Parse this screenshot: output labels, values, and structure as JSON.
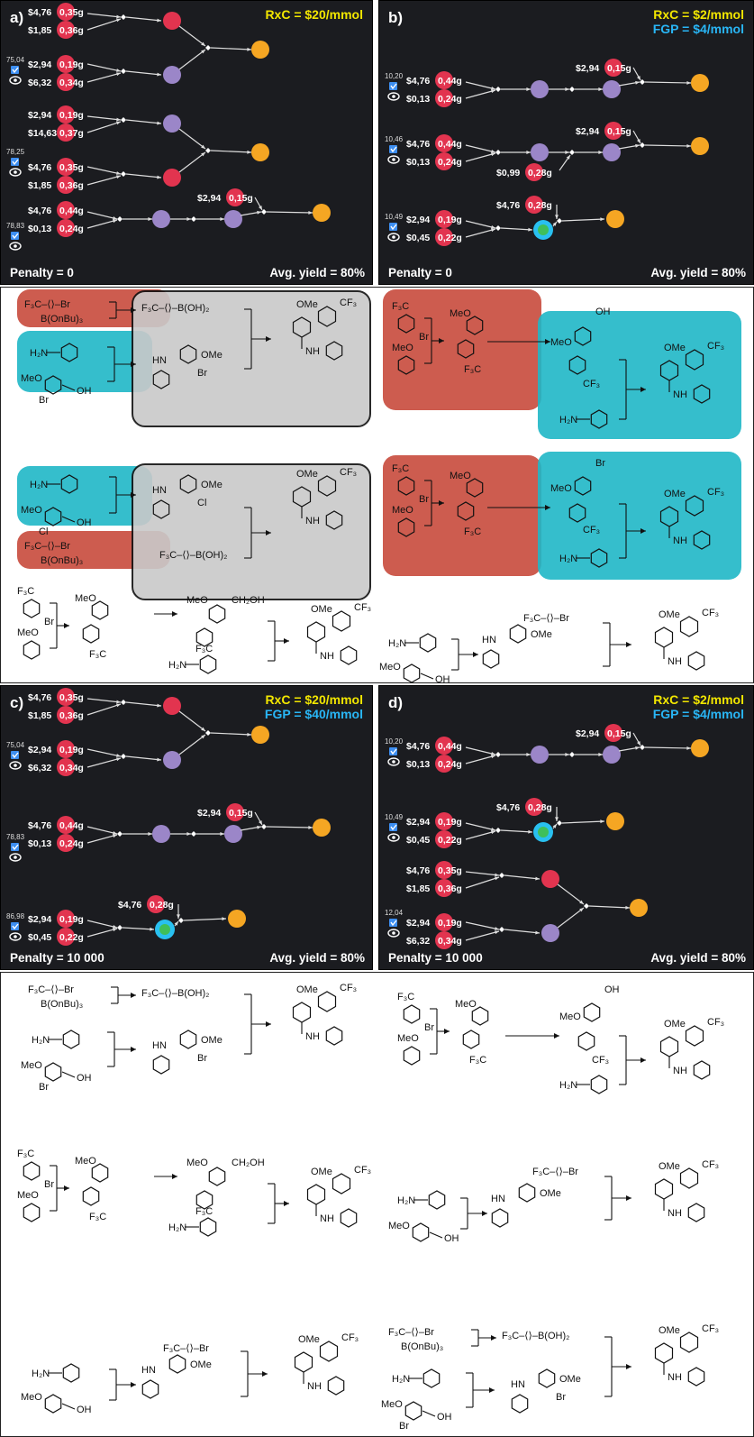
{
  "panels": [
    {
      "id": "a",
      "label": "a)",
      "headers": [
        {
          "text": "RxC = $20/mmol",
          "color": "#f2e600"
        }
      ],
      "penalty": "Penalty = 0",
      "yield": "Avg. yield = 80%",
      "routes": [
        {
          "score": "75,04",
          "reagents": [
            {
              "price": "$4,76",
              "mass": "0,35g"
            },
            {
              "price": "$1,85",
              "mass": "0,36g"
            },
            {
              "price": "$2,94",
              "mass": "0,19g"
            },
            {
              "price": "$6,32",
              "mass": "0,34g"
            }
          ]
        },
        {
          "score": "78,25",
          "reagents": [
            {
              "price": "$2,94",
              "mass": "0,19g"
            },
            {
              "price": "$14,63",
              "mass": "0,37g"
            },
            {
              "price": "$4,76",
              "mass": "0,35g"
            },
            {
              "price": "$1,85",
              "mass": "0,36g"
            }
          ]
        },
        {
          "score": "78,83",
          "reagents": [
            {
              "price": "$4,76",
              "mass": "0,44g"
            },
            {
              "price": "$0,13",
              "mass": "0,24g"
            },
            {
              "price": "$2,94",
              "mass": "0,15g"
            }
          ]
        }
      ]
    },
    {
      "id": "b",
      "label": "b)",
      "headers": [
        {
          "text": "RxC = $2/mmol",
          "color": "#f2e600"
        },
        {
          "text": "FGP = $4/mmol",
          "color": "#29b6f6"
        }
      ],
      "penalty": "Penalty = 0",
      "yield": "Avg. yield = 80%",
      "routes": [
        {
          "score": "10,20",
          "reagents": [
            {
              "price": "$4,76",
              "mass": "0,44g"
            },
            {
              "price": "$0,13",
              "mass": "0,24g"
            },
            {
              "price": "$2,94",
              "mass": "0,15g"
            }
          ]
        },
        {
          "score": "10,46",
          "reagents": [
            {
              "price": "$4,76",
              "mass": "0,44g"
            },
            {
              "price": "$0,13",
              "mass": "0,24g"
            },
            {
              "price": "$0,99",
              "mass": "0,28g"
            },
            {
              "price": "$2,94",
              "mass": "0,15g"
            }
          ]
        },
        {
          "score": "10,49",
          "reagents": [
            {
              "price": "$2,94",
              "mass": "0,19g"
            },
            {
              "price": "$0,45",
              "mass": "0,22g"
            },
            {
              "price": "$4,76",
              "mass": "0,28g"
            }
          ]
        }
      ]
    },
    {
      "id": "c",
      "label": "c)",
      "headers": [
        {
          "text": "RxC = $20/mmol",
          "color": "#f2e600"
        },
        {
          "text": "FGP = $40/mmol",
          "color": "#29b6f6"
        }
      ],
      "penalty": "Penalty = 10 000",
      "yield": "Avg. yield = 80%",
      "routes": [
        {
          "score": "75,04",
          "reagents": [
            {
              "price": "$4,76",
              "mass": "0,35g"
            },
            {
              "price": "$1,85",
              "mass": "0,36g"
            },
            {
              "price": "$2,94",
              "mass": "0,19g"
            },
            {
              "price": "$6,32",
              "mass": "0,34g"
            }
          ]
        },
        {
          "score": "78,83",
          "reagents": [
            {
              "price": "$4,76",
              "mass": "0,44g"
            },
            {
              "price": "$0,13",
              "mass": "0,24g"
            },
            {
              "price": "$2,94",
              "mass": "0,15g"
            }
          ]
        },
        {
          "score": "86,98",
          "reagents": [
            {
              "price": "$2,94",
              "mass": "0,19g"
            },
            {
              "price": "$0,45",
              "mass": "0,22g"
            },
            {
              "price": "$4,76",
              "mass": "0,28g"
            }
          ]
        }
      ]
    },
    {
      "id": "d",
      "label": "d)",
      "headers": [
        {
          "text": "RxC = $2/mmol",
          "color": "#f2e600"
        },
        {
          "text": "FGP = $4/mmol",
          "color": "#29b6f6"
        }
      ],
      "penalty": "Penalty = 10 000",
      "yield": "Avg. yield = 80%",
      "routes": [
        {
          "score": "10,20",
          "reagents": [
            {
              "price": "$4,76",
              "mass": "0,44g"
            },
            {
              "price": "$0,13",
              "mass": "0,24g"
            },
            {
              "price": "$2,94",
              "mass": "0,15g"
            }
          ]
        },
        {
          "score": "10,49",
          "reagents": [
            {
              "price": "$2,94",
              "mass": "0,19g"
            },
            {
              "price": "$0,45",
              "mass": "0,22g"
            },
            {
              "price": "$4,76",
              "mass": "0,28g"
            }
          ]
        },
        {
          "score": "12,04",
          "reagents": [
            {
              "price": "$4,76",
              "mass": "0,35g"
            },
            {
              "price": "$1,85",
              "mass": "0,36g"
            },
            {
              "price": "$2,94",
              "mass": "0,19g"
            },
            {
              "price": "$6,32",
              "mass": "0,34g"
            }
          ]
        }
      ]
    }
  ],
  "chem_labels": {
    "aryl_bromide": "F₃C–⟨⟩–Br",
    "borate": "B(OnBu)₃",
    "boronic_acid": "F₃C–⟨⟩–B(OH)₂",
    "amine": "H₂N",
    "methoxy": "MeO",
    "ome": "OMe",
    "cf3": "CF₃",
    "f3c": "F₃C",
    "br": "Br",
    "cl": "Cl",
    "oh": "OH",
    "ch2oh": "CH₂OH",
    "nh": "NH",
    "hn": "HN"
  },
  "colors": {
    "panel_bg": "#1b1c20",
    "reagent": "#e2344f",
    "intermediate_red": "#e2344f",
    "intermediate_purple": "#9b86c8",
    "product": "#f5a623",
    "fgp_ring": "#29c0f0",
    "fgp_core": "#3fbf5a",
    "box_red": "#c84a3c",
    "box_teal": "#1fb7c7",
    "box_gray": "#c9c9c9"
  }
}
